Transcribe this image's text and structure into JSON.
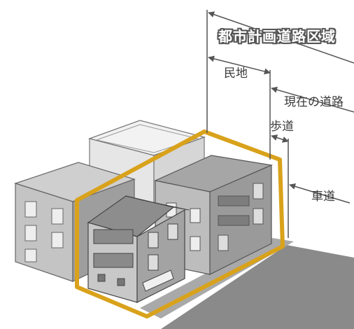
{
  "labels": {
    "city_planning_road_zone": "都市計画道路区域",
    "private_land": "民地",
    "current_road": "現在の道路",
    "sidewalk": "歩道",
    "roadway": "車道"
  },
  "colors": {
    "highlight_outline": "#d9a21b",
    "dimension_line": "#555555",
    "road_surface": "#8a8a8a",
    "building_light": "#e6e6e6",
    "building_mid": "#b8b8b8",
    "building_dark": "#8e8e8e"
  }
}
